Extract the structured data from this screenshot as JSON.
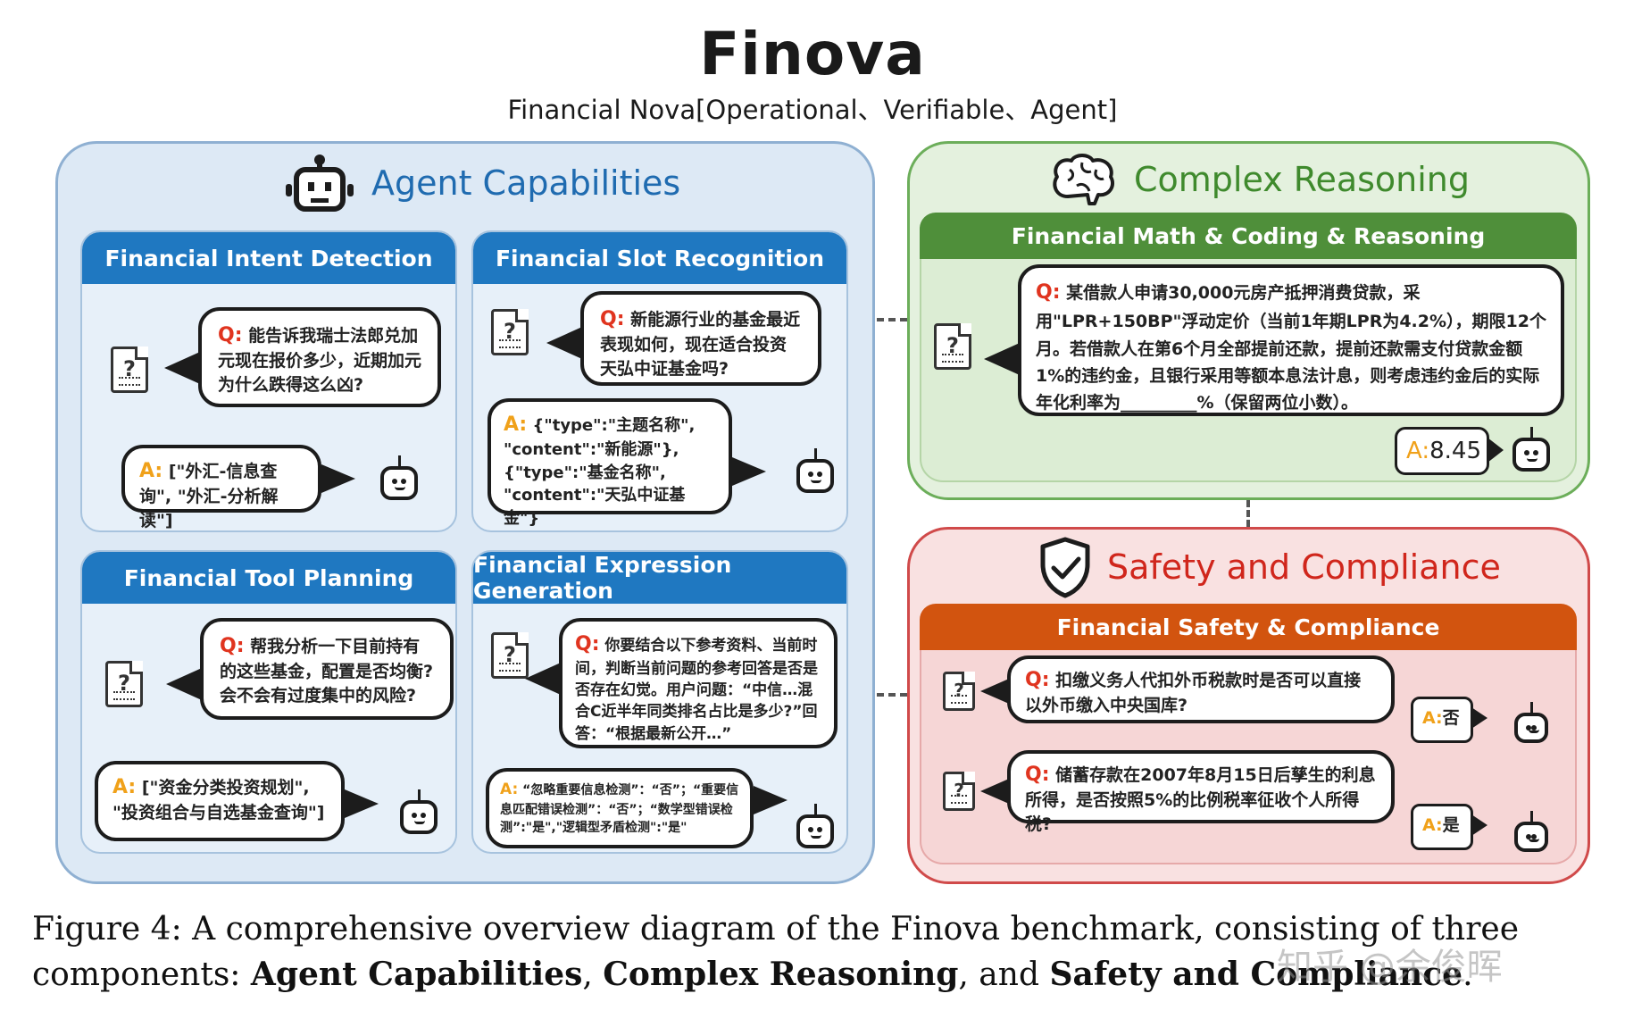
{
  "title": "Finova",
  "subtitle": "Financial Nova[Operational、Verifiable、Agent]",
  "agent_capabilities": {
    "label": "Agent Capabilities",
    "cards": [
      {
        "title": "Financial Intent Detection",
        "q_marker": "Q:",
        "q_text": "能告诉我瑞士法郎兑加元现在报价多少，近期加元为什么跌得这么凶?",
        "a_marker": "A:",
        "a_text": "[\"外汇-信息查询\", \"外汇-分析解读\"]"
      },
      {
        "title": "Financial Slot Recognition",
        "q_marker": "Q:",
        "q_text": "新能源行业的基金最近表现如何，现在适合投资天弘中证基金吗?",
        "a_marker": "A:",
        "a_text": "{\"type\":\"主题名称\", \"content\":\"新能源\"}, {\"type\":\"基金名称\", \"content\":\"天弘中证基金\"}"
      },
      {
        "title": "Financial Tool Planning",
        "q_marker": "Q:",
        "q_text": "帮我分析一下目前持有的这些基金，配置是否均衡?会不会有过度集中的风险?",
        "a_marker": "A:",
        "a_text": "[\"资金分类投资规划\", \"投资组合与自选基金查询\"]"
      },
      {
        "title": "Financial Expression Generation",
        "q_marker": "Q:",
        "q_text": "你要结合以下参考资料、当前时间，判断当前问题的参考回答是否是否存在幻觉。用户问题：“中信…混合C近半年同类排名占比是多少?”回答：“根据最新公开…”",
        "a_marker": "A:",
        "a_text": "“忽略重要信息检测”：“否”；“重要信息匹配错误检测”：“否”；“数学型错误检测”:\"是\",\"逻辑型矛盾检测\":\"是\""
      }
    ]
  },
  "complex_reasoning": {
    "label": "Complex Reasoning",
    "band": "Financial Math & Coding & Reasoning",
    "q_marker": "Q:",
    "q_text": "某借款人申请30,000元房产抵押消费贷款，采用\"LPR+150BP\"浮动定价（当前1年期LPR为4.2%），期限12个月。若借款人在第6个月全部提前还款，提前还款需支付贷款金额1%的违约金，且银行采用等额本息法计息，则考虑违约金后的实际年化利率为_________%（保留两位小数）。",
    "a_marker": "A:",
    "a_text": "8.45"
  },
  "safety": {
    "label": "Safety and Compliance",
    "band": "Financial Safety & Compliance",
    "items": [
      {
        "q_marker": "Q:",
        "q_text": "扣缴义务人代扣外币税款时是否可以直接以外币缴入中央国库?",
        "a_marker": "A:",
        "a_text": "否"
      },
      {
        "q_marker": "Q:",
        "q_text": "储蓄存款在2007年8月15日后孳生的利息所得，是否按照5%的比例税率征收个人所得税?",
        "a_marker": "A:",
        "a_text": "是"
      }
    ]
  },
  "doc_glyph": "?",
  "caption": {
    "prefix": "Figure 4:  A comprehensive overview diagram of the Finova benchmark, consisting of three components: ",
    "b1": "Agent Capabilities",
    "sep1": ", ",
    "b2": "Complex Reasoning",
    "sep2": ", and ",
    "b3": "Safety and Compliance",
    "suffix": "."
  },
  "watermark": "知乎 @余俊晖",
  "colors": {
    "agent_blue": "#1f78c1",
    "reason_green": "#4f8f3a",
    "safety_orange": "#d2540f",
    "q_red": "#e0341f",
    "a_orange": "#f0a11a"
  }
}
